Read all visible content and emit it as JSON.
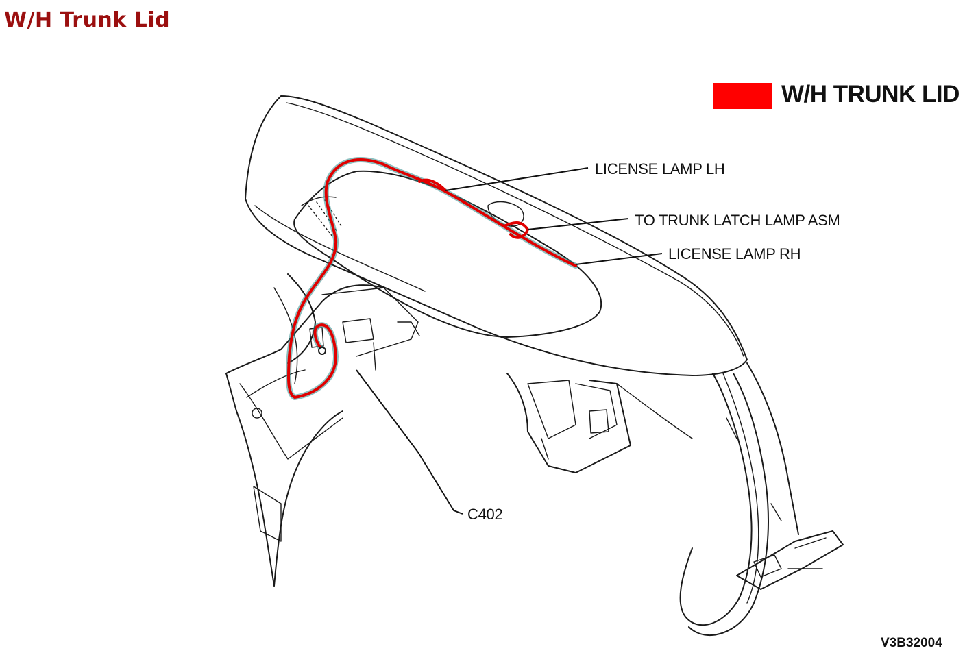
{
  "header": {
    "title": "W/H Trunk Lid"
  },
  "legend": {
    "label": "W/H TRUNK LID",
    "swatch_color": "#ff0000"
  },
  "callouts": {
    "license_lamp_lh": "LICENSE LAMP LH",
    "trunk_latch": "TO TRUNK LATCH LAMP ASM",
    "license_lamp_rh": "LICENSE LAMP RH",
    "connector": "C402"
  },
  "figure_id": "V3B32004",
  "colors": {
    "harness": "#e00000",
    "title": "#9b0f0f"
  }
}
